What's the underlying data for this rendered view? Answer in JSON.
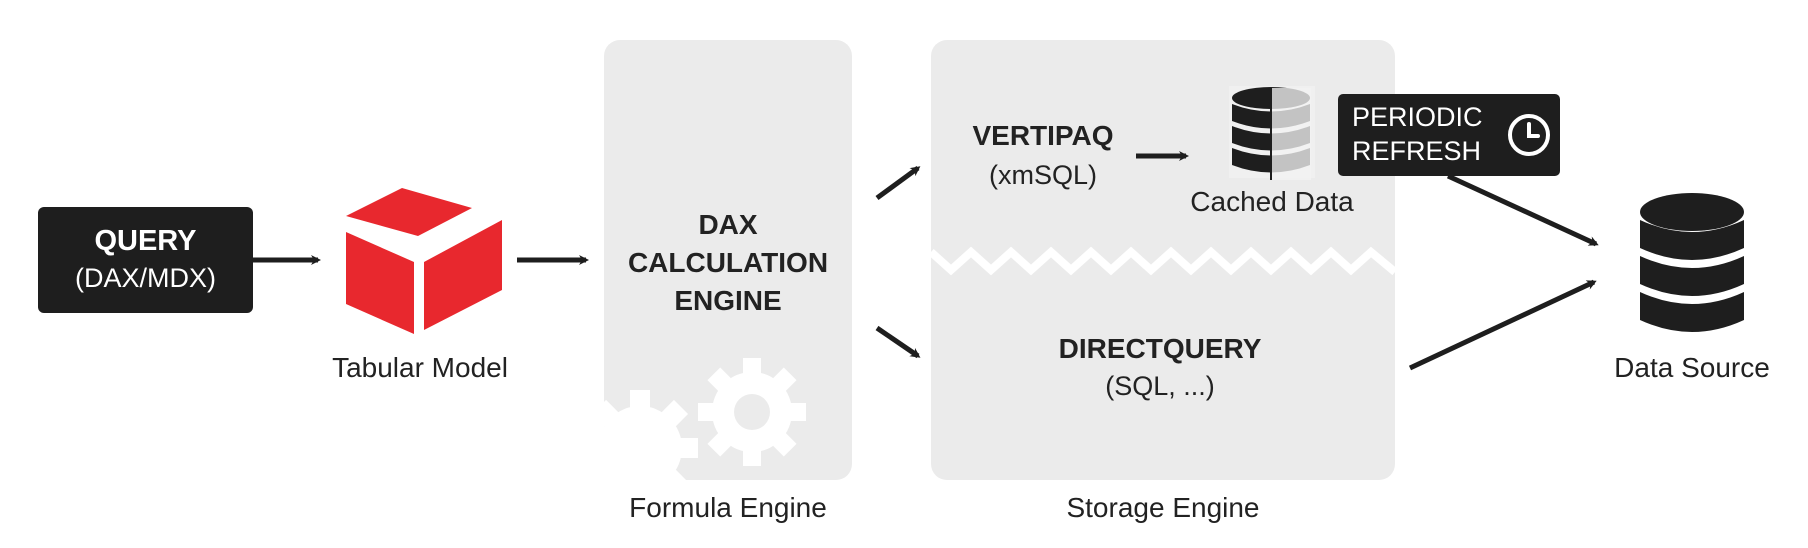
{
  "query": {
    "title": "QUERY",
    "subtitle": "(DAX/MDX)"
  },
  "tabular_model": {
    "label": "Tabular Model"
  },
  "formula_engine": {
    "lines": [
      "DAX",
      "CALCULATION",
      "ENGINE"
    ],
    "caption": "Formula Engine"
  },
  "storage_engine": {
    "vertipaq": {
      "title": "VERTIPAQ",
      "subtitle": "(xmSQL)"
    },
    "cached_data": "Cached Data",
    "directquery": {
      "title": "DIRECTQUERY",
      "subtitle": "(SQL, ...)"
    },
    "caption": "Storage Engine"
  },
  "refresh": {
    "line1": "PERIODIC",
    "line2": "REFRESH",
    "icon": "clock-icon"
  },
  "data_source": {
    "label": "Data Source",
    "icon": "database-icon"
  },
  "colors": {
    "cube_red": "#e8282e",
    "dark": "#1e1e1e",
    "panel": "#ebebeb",
    "gear": "#ffffff"
  }
}
